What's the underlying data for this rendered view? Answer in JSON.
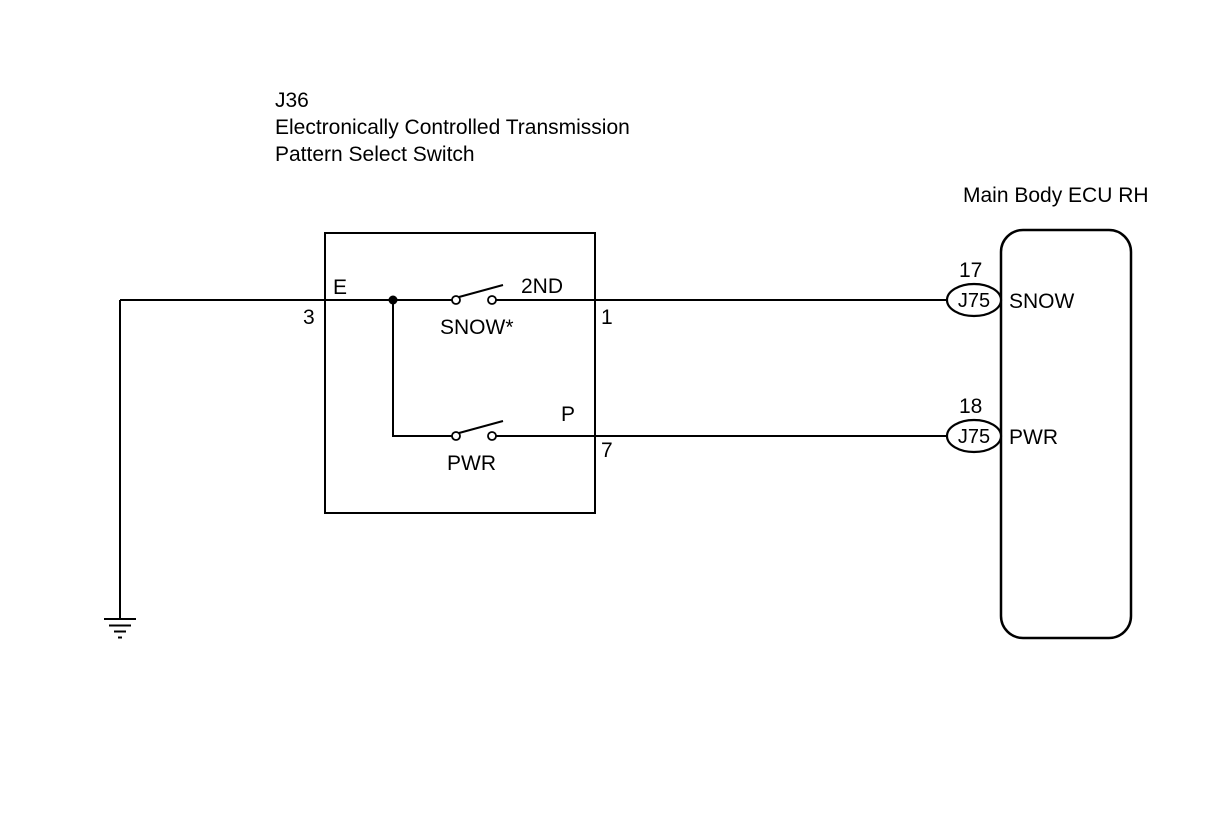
{
  "diagram": {
    "title": {
      "code": "J36",
      "name_line1": "Electronically Controlled Transmission",
      "name_line2": "Pattern Select Switch"
    },
    "ecu": {
      "label": "Main Body ECU RH",
      "pins": [
        {
          "number": "17",
          "connector": "J75",
          "signal": "SNOW"
        },
        {
          "number": "18",
          "connector": "J75",
          "signal": "PWR"
        }
      ]
    },
    "switch": {
      "terminal_e": "E",
      "terminal_3": "3",
      "terminal_1": "1",
      "terminal_7": "7",
      "position_2nd": "2ND",
      "contact_snow": "SNOW*",
      "position_p": "P",
      "contact_pwr": "PWR"
    },
    "colors": {
      "line": "#000000",
      "background": "#ffffff"
    }
  }
}
